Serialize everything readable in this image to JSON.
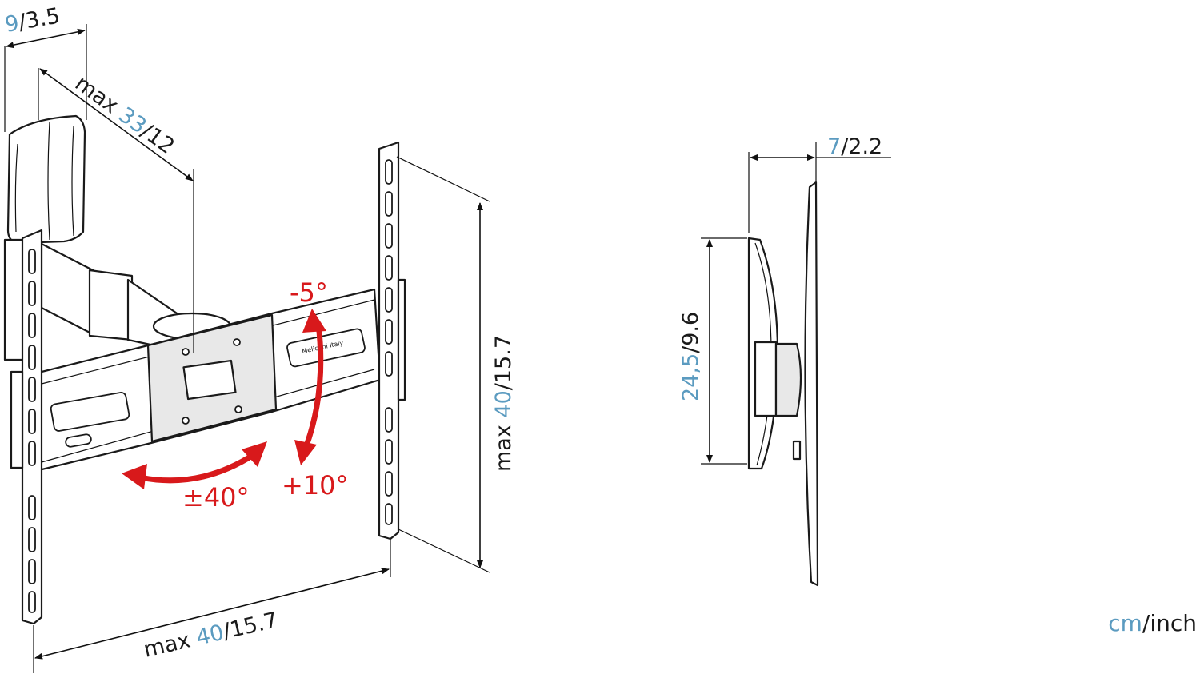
{
  "dimensions": {
    "wall_depth": {
      "cm": "9",
      "inch": "/3.5"
    },
    "arm_extension": {
      "prefix": "max ",
      "cm": "33",
      "inch": "/12"
    },
    "vertical_pattern": {
      "prefix": "max ",
      "cm": "40",
      "inch": "/15.7"
    },
    "horizontal_pattern": {
      "prefix": "max ",
      "cm": "40",
      "inch": "/15.7"
    },
    "side_depth": {
      "cm": "7",
      "inch": "/2.2"
    },
    "side_height": {
      "cm": "24,5",
      "inch": "/9.6"
    }
  },
  "angles": {
    "tilt_up": "-5°",
    "tilt_down": "+10°",
    "swivel": "±40°"
  },
  "plate_label": "Meliconi Italy",
  "units_legend": {
    "cm": "cm",
    "inch": "/inch"
  },
  "colors": {
    "metric_accent": "#5b9bc0",
    "angle_red": "#d8191b",
    "line": "#1a1a1a"
  }
}
